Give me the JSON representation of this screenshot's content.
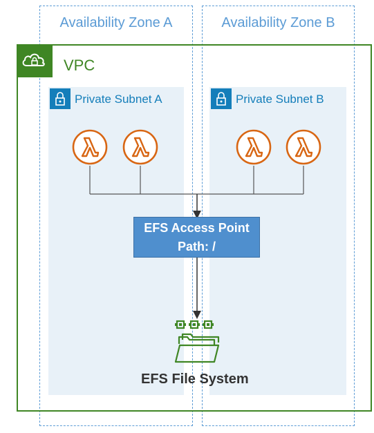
{
  "availability_zones": [
    {
      "label": "Availability Zone A"
    },
    {
      "label": "Availability Zone B"
    }
  ],
  "vpc": {
    "label": "VPC",
    "icon": "cloud-lock-icon",
    "color": "#3f8624"
  },
  "subnets": [
    {
      "label": "Private Subnet A",
      "icon": "lock-icon"
    },
    {
      "label": "Private Subnet B",
      "icon": "lock-icon"
    }
  ],
  "lambda_functions": [
    {
      "icon": "lambda-icon"
    },
    {
      "icon": "lambda-icon"
    },
    {
      "icon": "lambda-icon"
    },
    {
      "icon": "lambda-icon"
    }
  ],
  "access_point": {
    "line1": "EFS Access Point",
    "line2": "Path: /"
  },
  "file_system": {
    "label": "EFS File System",
    "icon": "efs-folder-icon"
  },
  "colors": {
    "az_dashed": "#5b9bd5",
    "subnet_fill": "#e8f1f8",
    "subnet_blue": "#147eba",
    "lambda_orange": "#d86613",
    "access_point_fill": "#4f8fce",
    "efs_green": "#3f8624"
  }
}
